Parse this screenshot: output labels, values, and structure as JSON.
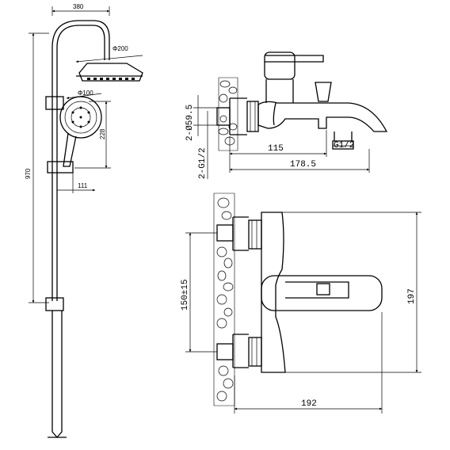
{
  "dimensions": {
    "shower_arm_reach": "380",
    "head_diameter": "Φ200",
    "hand_shower_diameter": "Φ100",
    "hand_to_slider": "228",
    "total_height": "970",
    "handle_offset": "111",
    "pipe_size": "2-Ø59.5",
    "thread": "2-G1/2",
    "spout_length": "115",
    "overall_depth": "178.5",
    "outlet_thread": "G1/2",
    "inlet_spacing": "150±15",
    "total_width_side": "197",
    "total_width": "192"
  }
}
